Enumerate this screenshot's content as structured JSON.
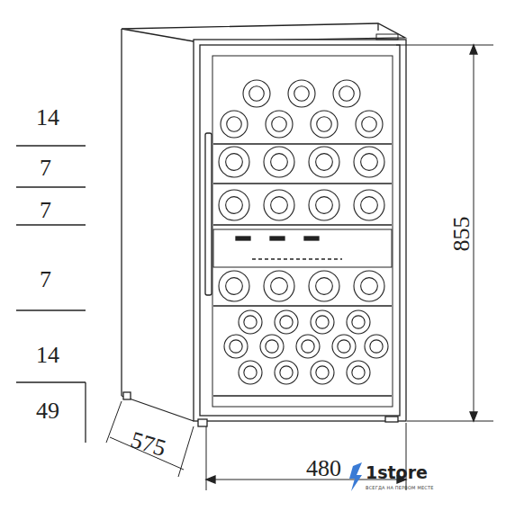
{
  "diagram": {
    "labels": [
      "14",
      "7",
      "7",
      "7",
      "14",
      "49",
      "855",
      "575",
      "480",
      "1store",
      "ВСЕГДА НА ПЕРВОМ МЕСТЕ"
    ]
  }
}
